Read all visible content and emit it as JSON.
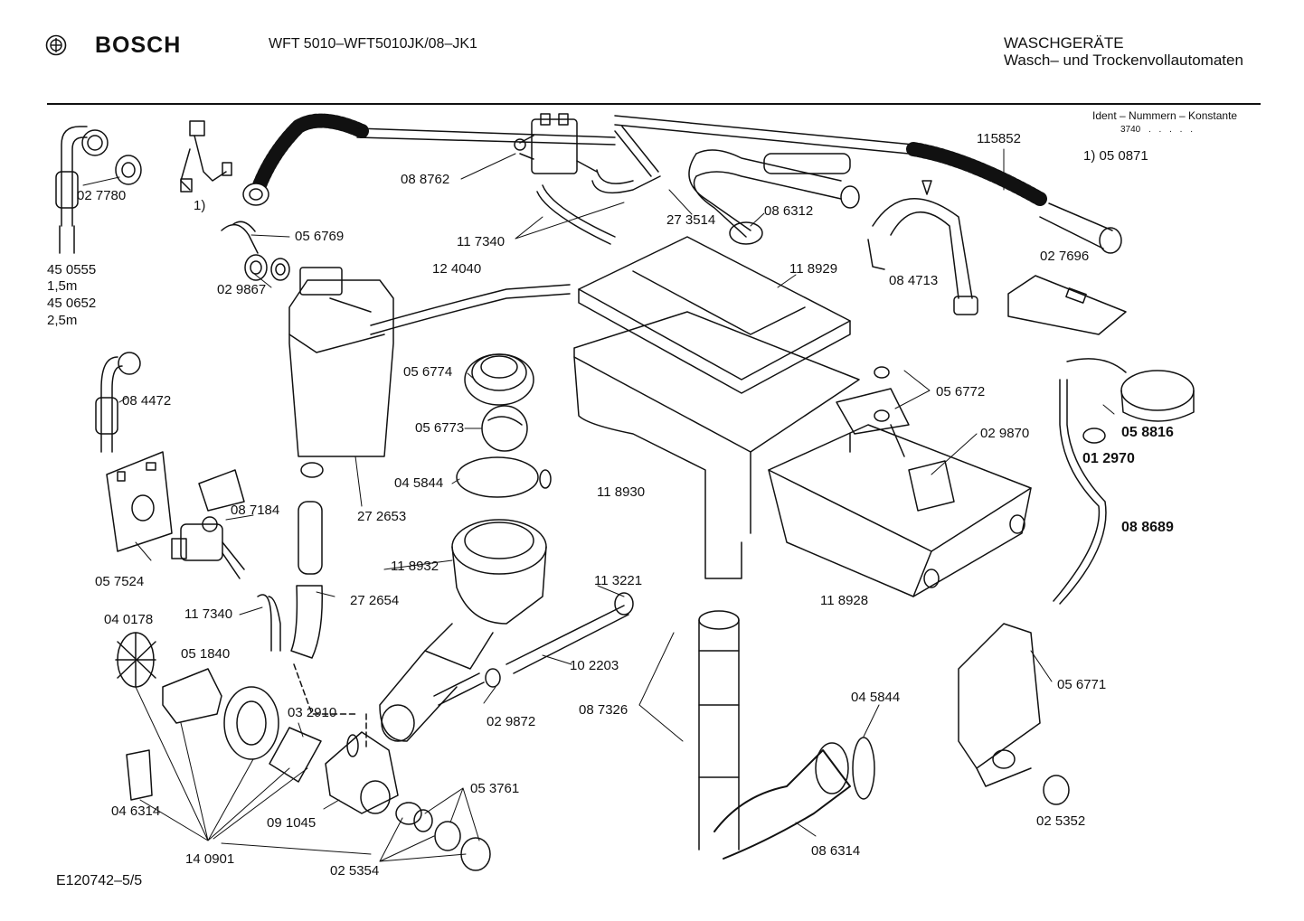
{
  "header": {
    "brand": "BOSCH",
    "model": "WFT 5010–WFT5010JK/08–JK1",
    "category_line1": "WASCHGERÄTE",
    "category_line2": "Wasch– und Trockenvollautomaten",
    "ident_label": "Ident – Nummern – Konstante",
    "konstante": "3740",
    "konstante_dots": ". . . . .",
    "footnote": "1)  05 0871"
  },
  "footer": {
    "document_code": "E120742–5/5"
  },
  "parts": [
    {
      "id": "p027780",
      "label": "02 7780"
    },
    {
      "id": "p450555",
      "label": "45 0555"
    },
    {
      "id": "p15m",
      "label": "1,5m"
    },
    {
      "id": "p450652",
      "label": "45 0652"
    },
    {
      "id": "p25m",
      "label": "2,5m"
    },
    {
      "id": "pfn1",
      "label": "1)"
    },
    {
      "id": "p056769",
      "label": "05 6769"
    },
    {
      "id": "p029867",
      "label": "02 9867"
    },
    {
      "id": "p088762",
      "label": "08 8762"
    },
    {
      "id": "p117340a",
      "label": "11 7340"
    },
    {
      "id": "p273514",
      "label": "27 3514"
    },
    {
      "id": "p086312",
      "label": "08 6312"
    },
    {
      "id": "p115852",
      "label": "115852"
    },
    {
      "id": "p084713",
      "label": "08 4713"
    },
    {
      "id": "p027696",
      "label": "02 7696"
    },
    {
      "id": "p124040",
      "label": "12 4040"
    },
    {
      "id": "p118929",
      "label": "11 8929"
    },
    {
      "id": "p084472",
      "label": "08 4472"
    },
    {
      "id": "p056774",
      "label": "05 6774"
    },
    {
      "id": "p056773",
      "label": "05 6773"
    },
    {
      "id": "p045844a",
      "label": "04 5844"
    },
    {
      "id": "p056772",
      "label": "05 6772"
    },
    {
      "id": "p029870",
      "label": "02 9870"
    },
    {
      "id": "p058816",
      "label": "05 8816",
      "bold": true
    },
    {
      "id": "p012970",
      "label": "01 2970",
      "bold": true
    },
    {
      "id": "p088689",
      "label": "08 8689",
      "bold": true
    },
    {
      "id": "p087184",
      "label": "08 7184"
    },
    {
      "id": "p272653",
      "label": "27 2653"
    },
    {
      "id": "p118930",
      "label": "11 8930"
    },
    {
      "id": "p057524",
      "label": "05 7524"
    },
    {
      "id": "p118932",
      "label": "11 8932"
    },
    {
      "id": "p113221",
      "label": "11 3221"
    },
    {
      "id": "p272654",
      "label": "27 2654"
    },
    {
      "id": "p118928",
      "label": "11 8928"
    },
    {
      "id": "p117340b",
      "label": "11 7340"
    },
    {
      "id": "p040178",
      "label": "04 0178"
    },
    {
      "id": "p051840",
      "label": "05 1840"
    },
    {
      "id": "p102203",
      "label": "10 2203"
    },
    {
      "id": "p087326",
      "label": "08 7326"
    },
    {
      "id": "p045844b",
      "label": "04 5844"
    },
    {
      "id": "p056771",
      "label": "05 6771"
    },
    {
      "id": "p032910",
      "label": "03 2910"
    },
    {
      "id": "p029872",
      "label": "02 9872"
    },
    {
      "id": "p046314",
      "label": "04 6314"
    },
    {
      "id": "p091045",
      "label": "09 1045"
    },
    {
      "id": "p053761",
      "label": "05 3761"
    },
    {
      "id": "p025352",
      "label": "02 5352"
    },
    {
      "id": "p086314",
      "label": "08 6314"
    },
    {
      "id": "p140901",
      "label": "14 0901"
    },
    {
      "id": "p025354",
      "label": "02 5354"
    }
  ]
}
